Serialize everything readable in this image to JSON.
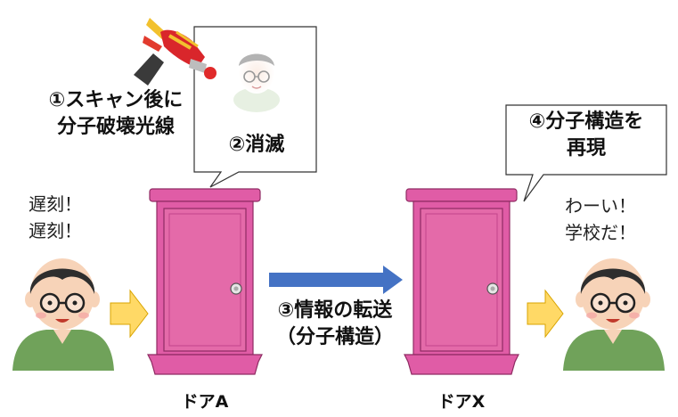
{
  "step1": {
    "line1": "①スキャン後に",
    "line2": "分子破壊光線"
  },
  "step2": {
    "label": "②消滅"
  },
  "step3": {
    "line1": "③情報の転送",
    "line2": "（分子構造）"
  },
  "step4": {
    "line1": "④分子構造を",
    "line2": "再現"
  },
  "speech_left": {
    "line1": "遅刻！",
    "line2": "遅刻！"
  },
  "speech_right": {
    "line1": "わーい！",
    "line2": "学校だ！"
  },
  "doors": {
    "a_label": "ドアA",
    "x_label": "ドアX"
  },
  "icons": [
    "ray-gun-icon",
    "person-icon",
    "vanishing-person-icon",
    "door-icon",
    "arrow-right-icon"
  ],
  "colors": {
    "door": "#e05ca6",
    "door_dark": "#c2448a",
    "door_panel": "#e46aa9",
    "transfer_arrow": "#4472c4",
    "yellow_arrow": "#ffd966",
    "shirt": "#70a25a",
    "skin": "#f7d3b8",
    "hair": "#2e2e2e"
  }
}
